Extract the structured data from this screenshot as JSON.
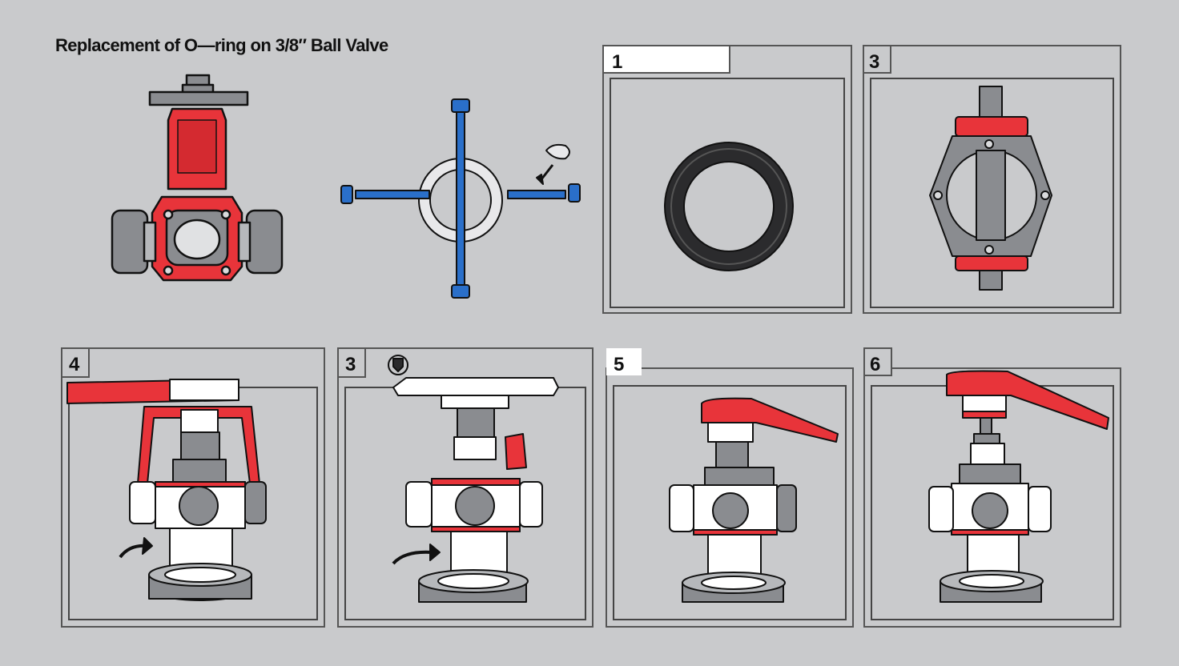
{
  "title": "Replacement of O—ring on  3/8″ Ball Valve",
  "steps": [
    {
      "label": "1"
    },
    {
      "label": "3"
    },
    {
      "label": "4"
    },
    {
      "label": "3"
    },
    {
      "label": "5"
    },
    {
      "label": "6"
    }
  ],
  "colors": {
    "background": "#c9cacc",
    "valve_red": "#e8343a",
    "valve_gray": "#8a8c90",
    "tool_blue": "#2a6fc9",
    "oring_black": "#2b2b2d",
    "outline": "#111111",
    "white": "#ffffff"
  }
}
